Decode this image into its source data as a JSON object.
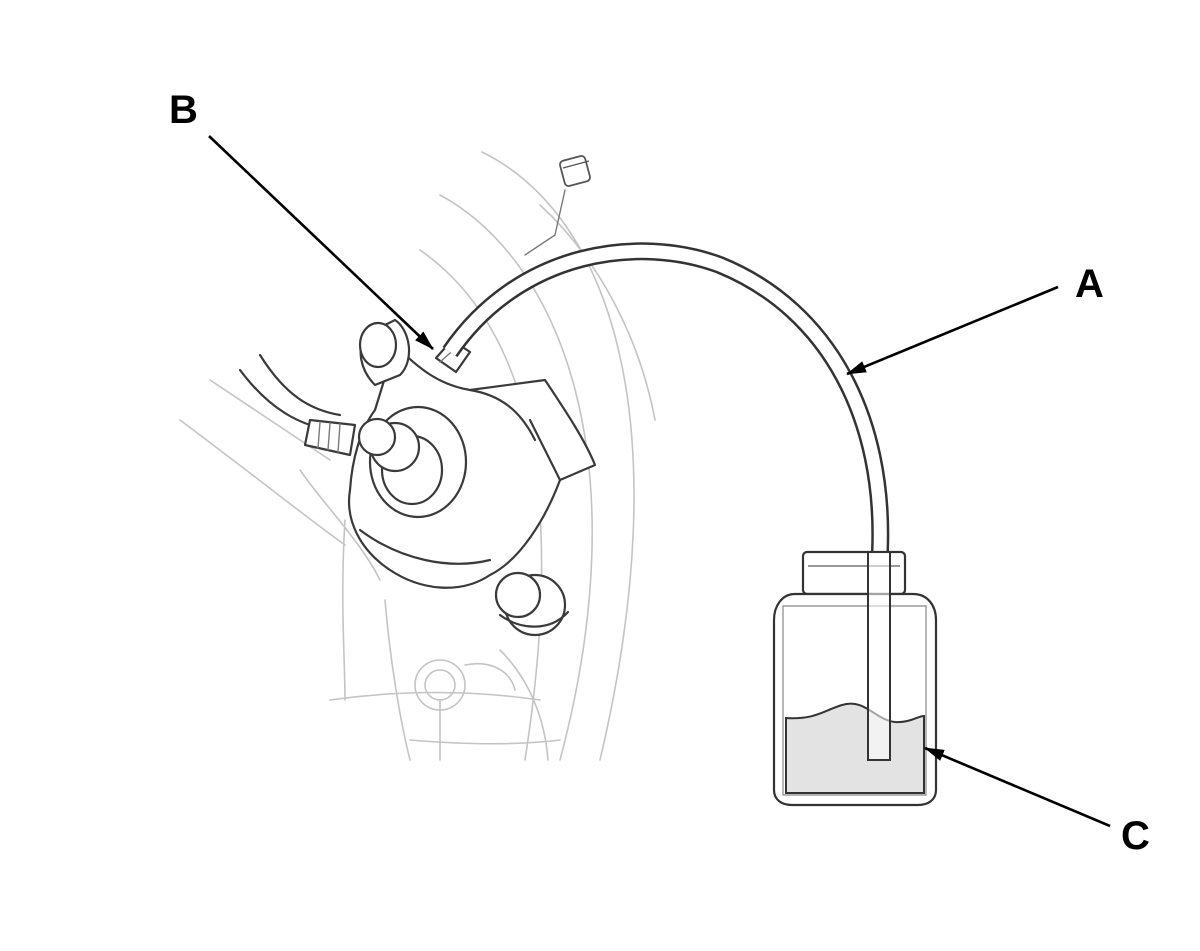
{
  "callouts": {
    "a": "A",
    "b": "B",
    "c": "C"
  },
  "colors": {
    "ink": "#3a3a3a",
    "faint_lines": "#c4c4c4",
    "fluid": "#e3e3e3",
    "leader": "#000000"
  }
}
